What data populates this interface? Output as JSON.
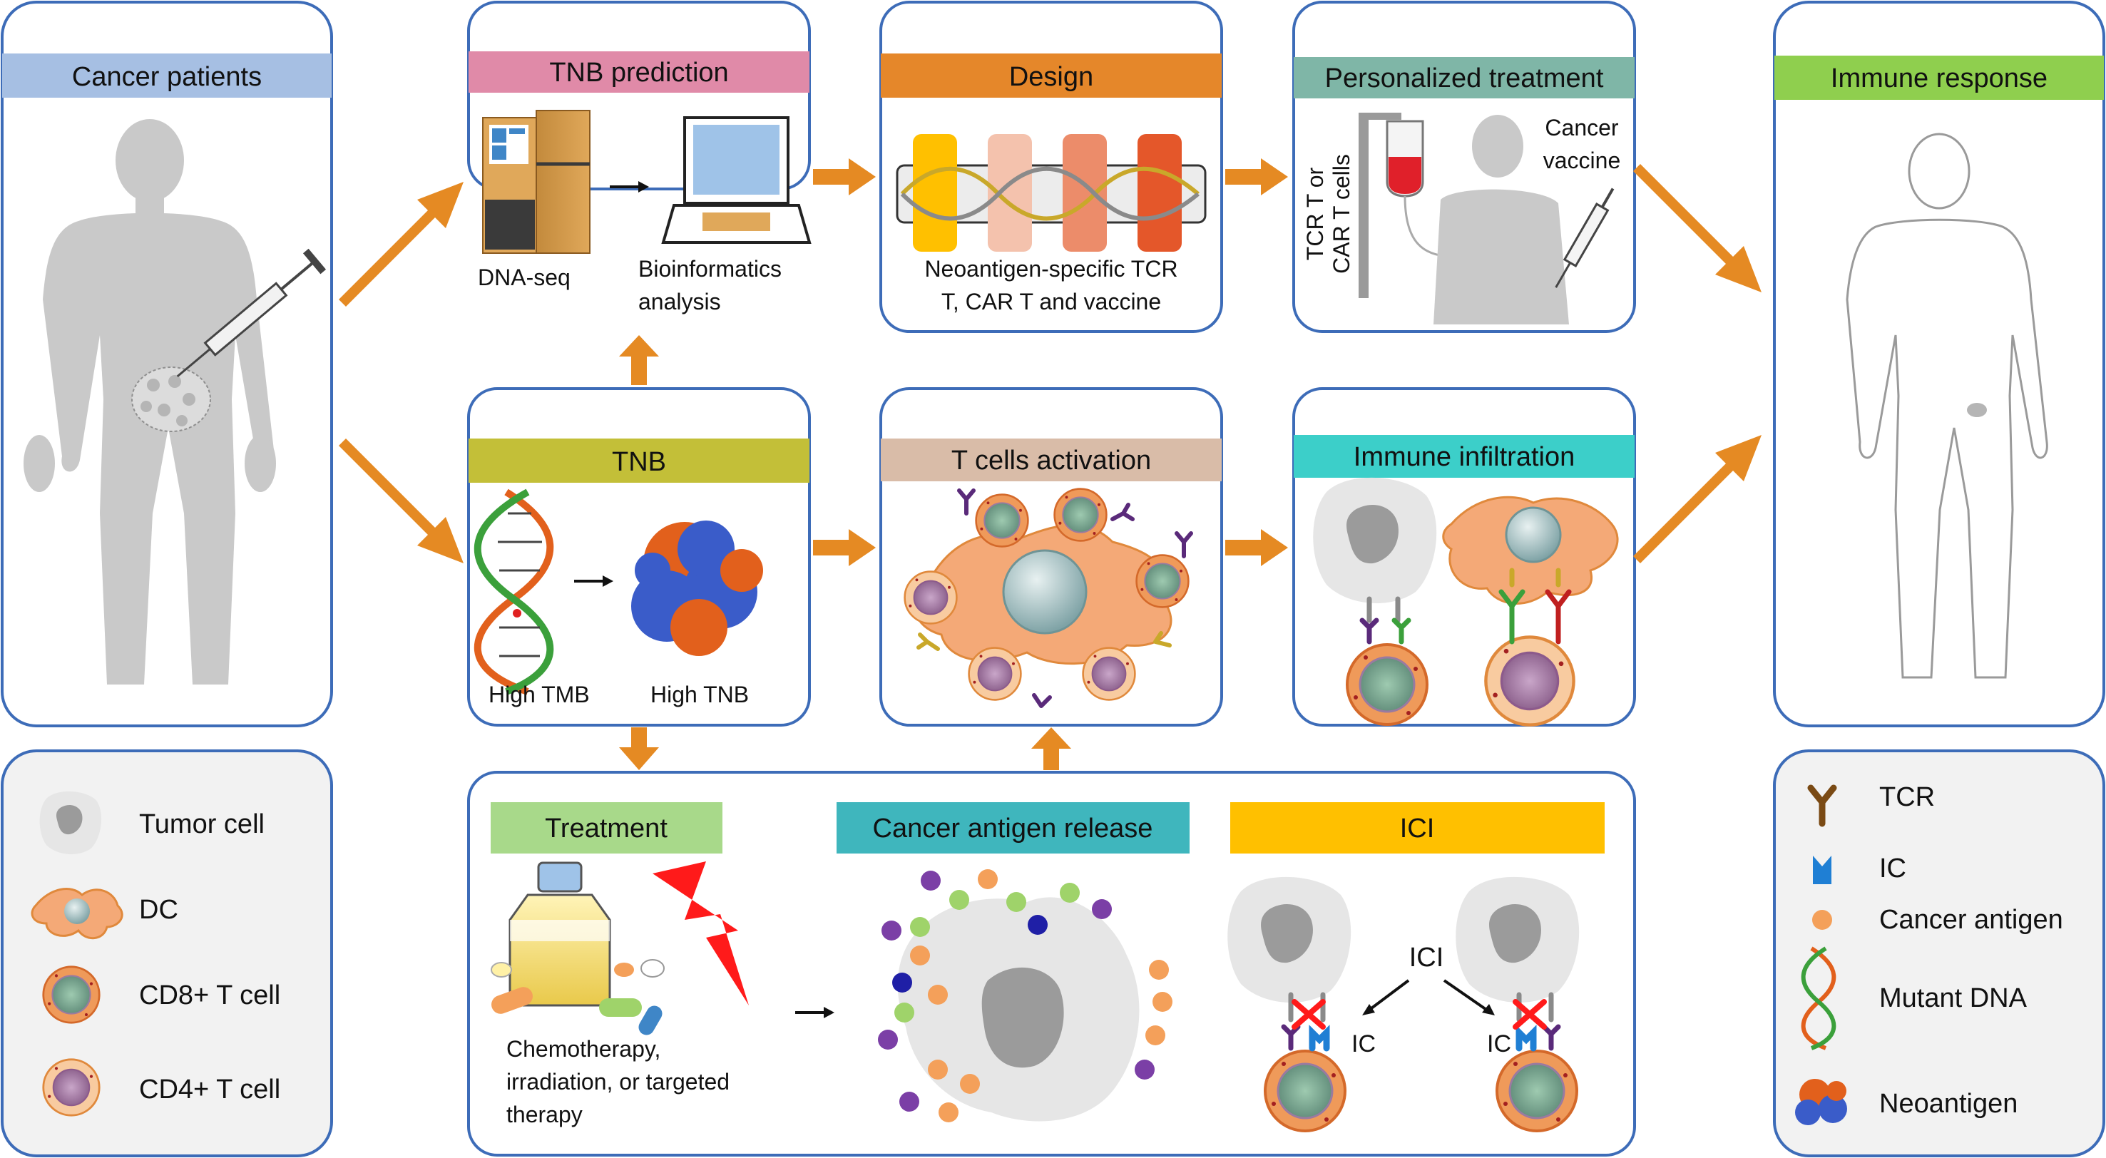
{
  "colors": {
    "panel_border": "#3d6cb8",
    "panel_fill": "#ffffff",
    "legend_fill": "#f2f2f2",
    "arrow": "#e58a23",
    "silhouette": "#c9c9c9",
    "header_cancer_patients": "#a6bfe3",
    "header_tnb_prediction": "#e08aa8",
    "header_design": "#e5872a",
    "header_personalized": "#7fb6a7",
    "header_immune_response": "#8fcf4e",
    "header_tnb": "#c3bf38",
    "header_tcell": "#d9bca8",
    "header_infiltration": "#3ccfc9",
    "header_treatment": "#a8d98a",
    "header_release": "#3fb6bd",
    "header_ici": "#ffc000"
  },
  "panels": {
    "cancer_patients": {
      "title": "Cancer patients"
    },
    "tnb_prediction": {
      "title": "TNB prediction",
      "label_left": "DNA-seq",
      "label_right_1": "Bioinformatics",
      "label_right_2": "analysis"
    },
    "design": {
      "title": "Design",
      "caption_1": "Neoantigen-specific TCR",
      "caption_2": "T, CAR T and vaccine"
    },
    "personalized": {
      "title": "Personalized treatment",
      "vertical_1": "TCR T or",
      "vertical_2": "CAR T cells",
      "vaccine_1": "Cancer",
      "vaccine_2": "vaccine"
    },
    "immune_response": {
      "title": "Immune response"
    },
    "tnb": {
      "title": "TNB",
      "label_left": "High TMB",
      "label_right": "High TNB"
    },
    "tcell_activation": {
      "title": "T cells activation"
    },
    "immune_infiltration": {
      "title": "Immune infiltration"
    },
    "bottom": {
      "treatment": {
        "title": "Treatment",
        "caption_1": "Chemotherapy,",
        "caption_2": "irradiation, or targeted",
        "caption_3": "therapy"
      },
      "release": {
        "title": "Cancer antigen release"
      },
      "ici": {
        "title": "ICI",
        "center_label": "ICI",
        "ic_left": "IC",
        "ic_right": "IC"
      }
    }
  },
  "legend_left": [
    {
      "icon": "tumor-cell-icon",
      "label": "Tumor cell"
    },
    {
      "icon": "dc-icon",
      "label": "DC"
    },
    {
      "icon": "cd8-t-cell-icon",
      "label": "CD8+ T cell"
    },
    {
      "icon": "cd4-t-cell-icon",
      "label": "CD4+ T cell"
    }
  ],
  "legend_right": [
    {
      "icon": "tcr-icon",
      "label": "TCR"
    },
    {
      "icon": "ic-icon",
      "label": "IC"
    },
    {
      "icon": "cancer-antigen-icon",
      "label": "Cancer antigen"
    },
    {
      "icon": "mutant-dna-icon",
      "label": "Mutant DNA"
    },
    {
      "icon": "neoantigen-icon",
      "label": "Neoantigen"
    }
  ]
}
